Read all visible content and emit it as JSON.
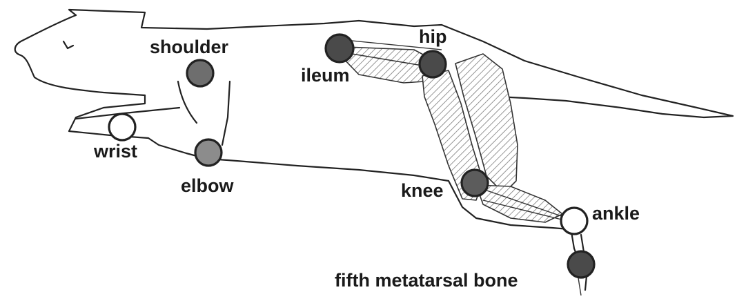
{
  "joints": [
    {
      "key": "shoulder",
      "label": "shoulder",
      "fill": "#6e6e6e"
    },
    {
      "key": "elbow",
      "label": "elbow",
      "fill": "#8c8c8c"
    },
    {
      "key": "wrist",
      "label": "wrist",
      "fill": "#ffffff"
    },
    {
      "key": "ileum",
      "label": "ileum",
      "fill": "#4a4a4a"
    },
    {
      "key": "hip",
      "label": "hip",
      "fill": "#4a4a4a"
    },
    {
      "key": "knee",
      "label": "knee",
      "fill": "#5c5c5c"
    },
    {
      "key": "ankle",
      "label": "ankle",
      "fill": "#ffffff"
    },
    {
      "key": "fifth_metatarsal",
      "label": "fifth metatarsal bone",
      "fill": "#4a4a4a"
    }
  ],
  "colors": {
    "outline": "#222222",
    "hatch": "#7a7a7a"
  }
}
